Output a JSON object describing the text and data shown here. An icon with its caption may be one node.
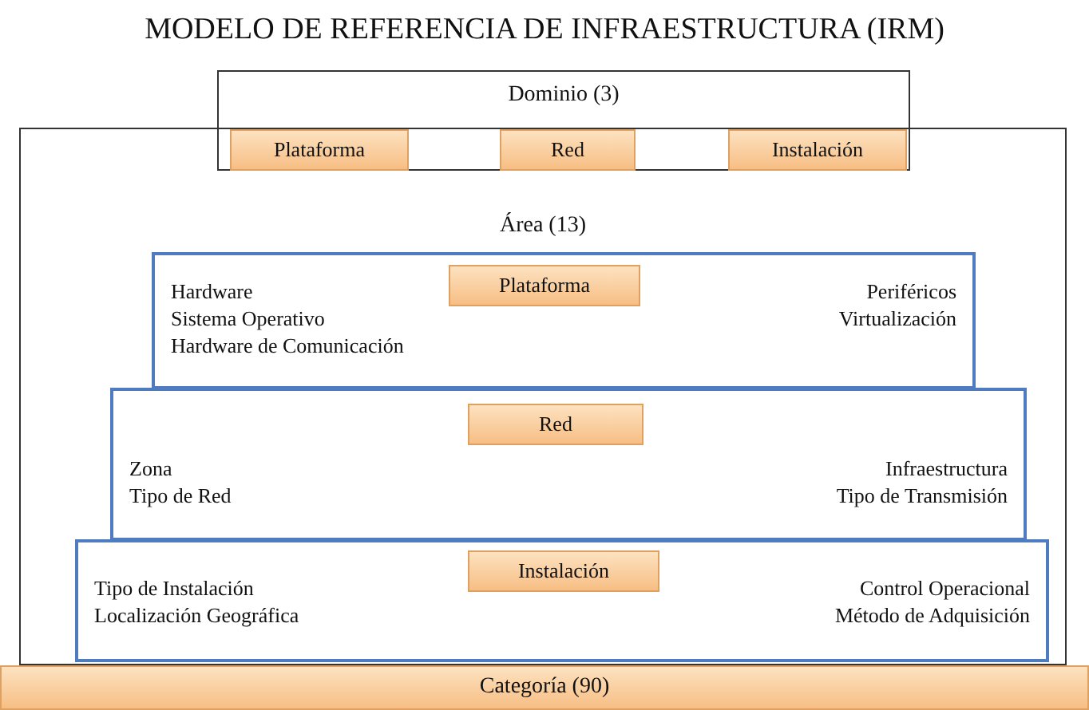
{
  "diagram": {
    "title": "MODELO DE REFERENCIA DE INFRAESTRUCTURA (IRM)",
    "nodes": [
      {
        "text": [
          "Dominio (3)"
        ]
      },
      {
        "text": [
          "Plataforma"
        ]
      },
      {
        "text": [
          "Red"
        ]
      },
      {
        "text": [
          "Instalación"
        ]
      },
      {
        "text": [
          "Área (13)"
        ]
      },
      {
        "text": [
          "Hardware",
          "Sistema Operativo",
          "Hardware de Comunicación",
          "Periféricos",
          "Virtualización"
        ],
        "in": 4
      },
      {
        "text": [
          "Plataforma"
        ],
        "in": 5
      },
      {
        "text": [
          "Zona",
          "Tipo de Red",
          "Infraestructura",
          "Tipo de Transmisión"
        ],
        "in": 4
      },
      {
        "text": [
          "Red"
        ],
        "in": 7
      },
      {
        "text": [
          "Tipo de Instalación",
          "Localización Geográfica",
          "Control Operacional",
          "Método de Adquisición"
        ],
        "in": 4
      },
      {
        "text": [
          "Instalación"
        ],
        "in": 9
      },
      {
        "text": [
          "Categoría (90)"
        ]
      }
    ],
    "edges": []
  }
}
